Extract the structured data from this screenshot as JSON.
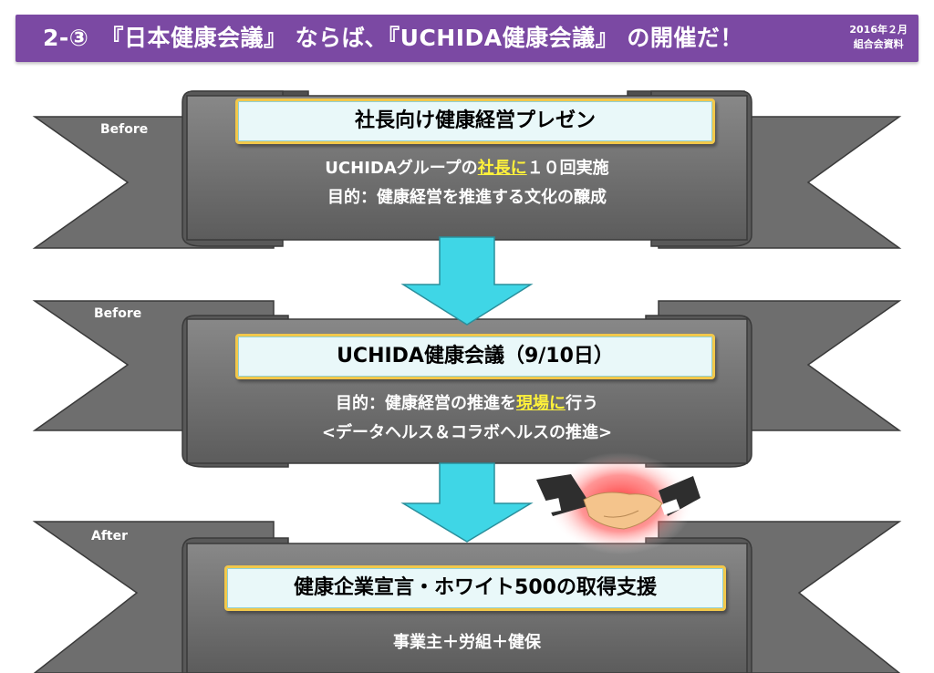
{
  "header": {
    "title": "2‐③　『日本健康会議』 ならば､『UCHIDA健康会議』 の開催だ！",
    "date": "2016年２月",
    "source": "組合会資料"
  },
  "stages": [
    {
      "label": "Before",
      "title": "社長向け健康経営プレゼン",
      "line1_pre": "UCHIDAグループの",
      "line1_hl": "社長に",
      "line1_post": "１０回実施",
      "line2": "目的：健康経営を推進する文化の醸成"
    },
    {
      "label": "Before",
      "title": "UCHIDA健康会議（9/10日）",
      "line1_pre": "目的：健康経営の推進を",
      "line1_hl": "現場に",
      "line1_post": "行う",
      "line2": "<データヘルス＆コラボヘルスの推進>"
    },
    {
      "label": "After",
      "title": "健康企業宣言・ホワイト500の取得支援",
      "line1": "事業主＋労組＋健保"
    }
  ],
  "colors": {
    "header_bg": "#7b49a3",
    "ribbon": "#6f6f6f",
    "arrow": "#3fd6e6",
    "highlight": "#fff23a",
    "title_border": "#f2c84b"
  },
  "icons": {
    "handshake": "handshake-icon"
  }
}
